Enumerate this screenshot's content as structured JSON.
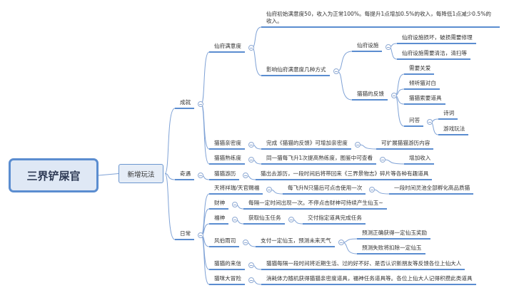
{
  "root": "三界铲屎官",
  "main": "新增玩法",
  "nodes": {
    "chengjiu": "成就",
    "qiyu": "奇遇",
    "richang": "日常",
    "xianfu_manyidu": "仙府满意度",
    "manyidu_desc": "仙府初始满意度50，收入为正常100%。每提升1点增加0.5%的收入，每降低1点减少0.5%的收入。",
    "yingxiang": "影响仙府满意度几种方式",
    "xianfu_sheshi": "仙府设施",
    "sheshi_1": "仙府设施损坏，破损需要修理",
    "sheshi_2": "仙府设施需要清洁，清扫等",
    "fankui": "猫猫的反馈",
    "fankui_1": "需要关爱",
    "fankui_2": "倾听猫对白",
    "fankui_3": "猫猫索要道具",
    "wenda": "问答",
    "wenda_1": "诗词",
    "wenda_2": "游戏玩法",
    "qinmidu": "猫猫亲密度",
    "qinmidu_1": "完成《猫猫的反馈》可增加亲密度",
    "qinmidu_2": "可扩展猫猫游历内容",
    "shulian": "猫猫熟练度",
    "shulian_1": "同一猫每飞升1次提高熟练度，图鉴中可查看",
    "shulian_2": "增加收入",
    "youli": "猫猫游历",
    "youli_1": "猫出去游历，一段时间后将带回来《三界景物志》碎片等各种有趣道具",
    "tianjiang": "天将祥瑞/天官赐福",
    "tianjiang_1": "每飞升N只猫后可点击使用一次",
    "tianjiang_2": "一段时间灵池全部孵化高品质猫",
    "caishen": "财神",
    "caishen_1": "每隔一定时间出现一次。不停点击财神可持续产生仙玉~",
    "fushen": "福神",
    "fushen_1": "获取仙玉任务",
    "fushen_2": "交付指定道具完成任务",
    "fengbo": "风伯雨司",
    "fengbo_1": "支付一定仙玉，预测未来天气",
    "fengbo_2": "预测正确获得一定仙玉奖励",
    "fengbo_3": "预测失败将扣除一定仙玉",
    "laixin": "猫猫的来信",
    "laixin_1": "猫猫每隔一段时间将近期生活、过的好不好、是否认识新朋友等反馈各位上仙大人",
    "maoxian": "猫咪大冒险",
    "maoxian_1": "消耗体力随机获得猫猫亲密度道具，福神任务道具等。各位上仙大人记得积攒此类道具"
  }
}
